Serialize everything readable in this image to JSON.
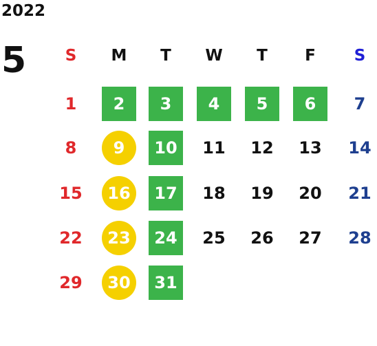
{
  "calendar": {
    "year": "2022",
    "month": "5",
    "weekdays": [
      {
        "label": "S",
        "color": "#e0282b"
      },
      {
        "label": "M",
        "color": "#111111"
      },
      {
        "label": "T",
        "color": "#111111"
      },
      {
        "label": "W",
        "color": "#111111"
      },
      {
        "label": "T",
        "color": "#111111"
      },
      {
        "label": "F",
        "color": "#111111"
      },
      {
        "label": "S",
        "color": "#1f1fd6"
      }
    ],
    "weeks": [
      [
        {
          "day": "1",
          "style": "plain",
          "color": "#e0282b"
        },
        {
          "day": "2",
          "style": "green"
        },
        {
          "day": "3",
          "style": "green"
        },
        {
          "day": "4",
          "style": "green"
        },
        {
          "day": "5",
          "style": "green"
        },
        {
          "day": "6",
          "style": "green"
        },
        {
          "day": "7",
          "style": "plain",
          "color": "#1e3f8f"
        }
      ],
      [
        {
          "day": "8",
          "style": "plain",
          "color": "#e0282b"
        },
        {
          "day": "9",
          "style": "yellow"
        },
        {
          "day": "10",
          "style": "green"
        },
        {
          "day": "11",
          "style": "plain",
          "color": "#111111"
        },
        {
          "day": "12",
          "style": "plain",
          "color": "#111111"
        },
        {
          "day": "13",
          "style": "plain",
          "color": "#111111"
        },
        {
          "day": "14",
          "style": "plain",
          "color": "#1e3f8f"
        }
      ],
      [
        {
          "day": "15",
          "style": "plain",
          "color": "#e0282b"
        },
        {
          "day": "16",
          "style": "yellow"
        },
        {
          "day": "17",
          "style": "green"
        },
        {
          "day": "18",
          "style": "plain",
          "color": "#111111"
        },
        {
          "day": "19",
          "style": "plain",
          "color": "#111111"
        },
        {
          "day": "20",
          "style": "plain",
          "color": "#111111"
        },
        {
          "day": "21",
          "style": "plain",
          "color": "#1e3f8f"
        }
      ],
      [
        {
          "day": "22",
          "style": "plain",
          "color": "#e0282b"
        },
        {
          "day": "23",
          "style": "yellow"
        },
        {
          "day": "24",
          "style": "green"
        },
        {
          "day": "25",
          "style": "plain",
          "color": "#111111"
        },
        {
          "day": "26",
          "style": "plain",
          "color": "#111111"
        },
        {
          "day": "27",
          "style": "plain",
          "color": "#111111"
        },
        {
          "day": "28",
          "style": "plain",
          "color": "#1e3f8f"
        }
      ],
      [
        {
          "day": "29",
          "style": "plain",
          "color": "#e0282b"
        },
        {
          "day": "30",
          "style": "yellow"
        },
        {
          "day": "31",
          "style": "green"
        }
      ]
    ],
    "colors": {
      "green": "#3cb34a",
      "yellow": "#f5d000",
      "sunday": "#e0282b",
      "saturday_header": "#1f1fd6",
      "saturday": "#1e3f8f"
    }
  }
}
